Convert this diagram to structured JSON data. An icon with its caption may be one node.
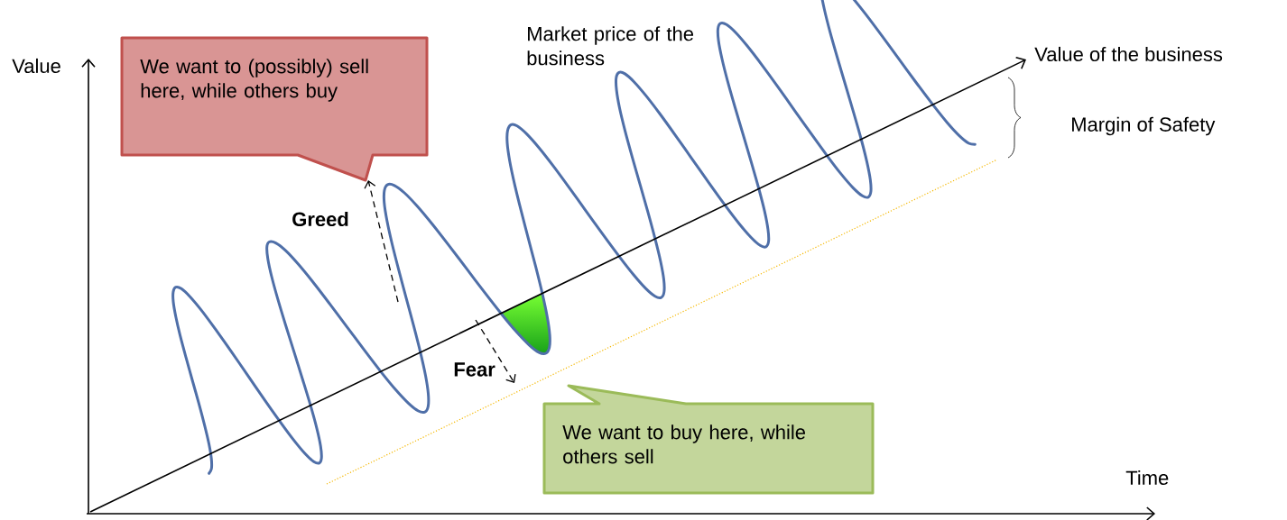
{
  "diagram": {
    "nodes": [
      {
        "text": [
          "We want to (possibly) sell here, while others buy"
        ]
      },
      {
        "text": [
          "We want to buy here, while others sell"
        ]
      }
    ],
    "labels": [
      "Value",
      "Market price of the business",
      "Value of the business",
      "Margin of Safety",
      "Greed",
      "Fear",
      "Time"
    ]
  }
}
